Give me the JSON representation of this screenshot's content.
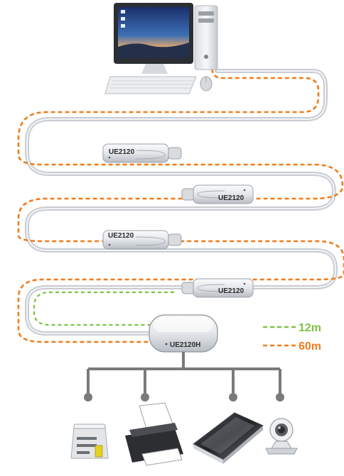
{
  "extender_label": "UE2120",
  "hub_label": "UE2120H",
  "legend": {
    "short": {
      "text": "12m",
      "color": "#7cc242"
    },
    "long": {
      "text": "60m",
      "color": "#f07c1c"
    }
  },
  "colors": {
    "cable": "#c9cdd2",
    "tree": "#7a7a7a"
  },
  "devices": [
    "card-reader-icon",
    "printer-icon",
    "scanner-icon",
    "webcam-icon"
  ]
}
